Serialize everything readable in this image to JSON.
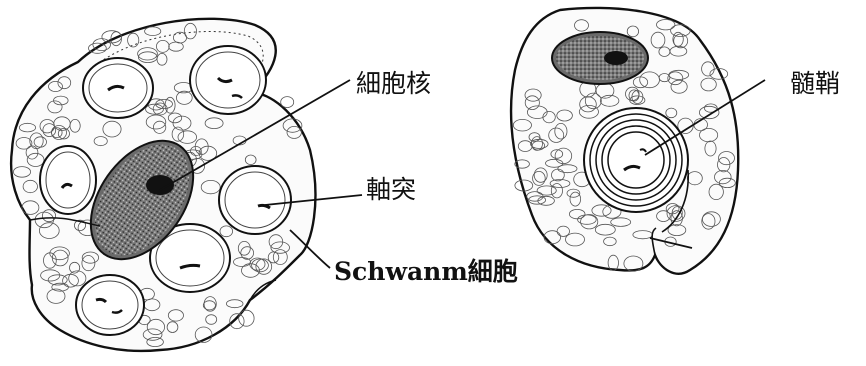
{
  "labels": {
    "nucleus": "細胞核",
    "myelin": "髄鞘",
    "axon": "軸突",
    "schwann": "Schwanm細胞"
  },
  "colors": {
    "ink": "#111111",
    "paper": "#ffffff",
    "nucleus_fill": "#3a3a3a"
  }
}
